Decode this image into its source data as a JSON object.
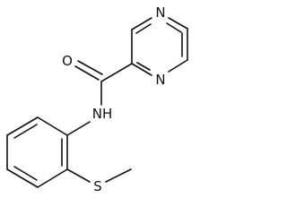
{
  "structure": {
    "atom_labels": {
      "pyrazine_n_top": "N",
      "pyrazine_n_bottom": "N",
      "carbonyl_o": "O",
      "amide_nh": "NH",
      "thioether_s": "S"
    }
  }
}
